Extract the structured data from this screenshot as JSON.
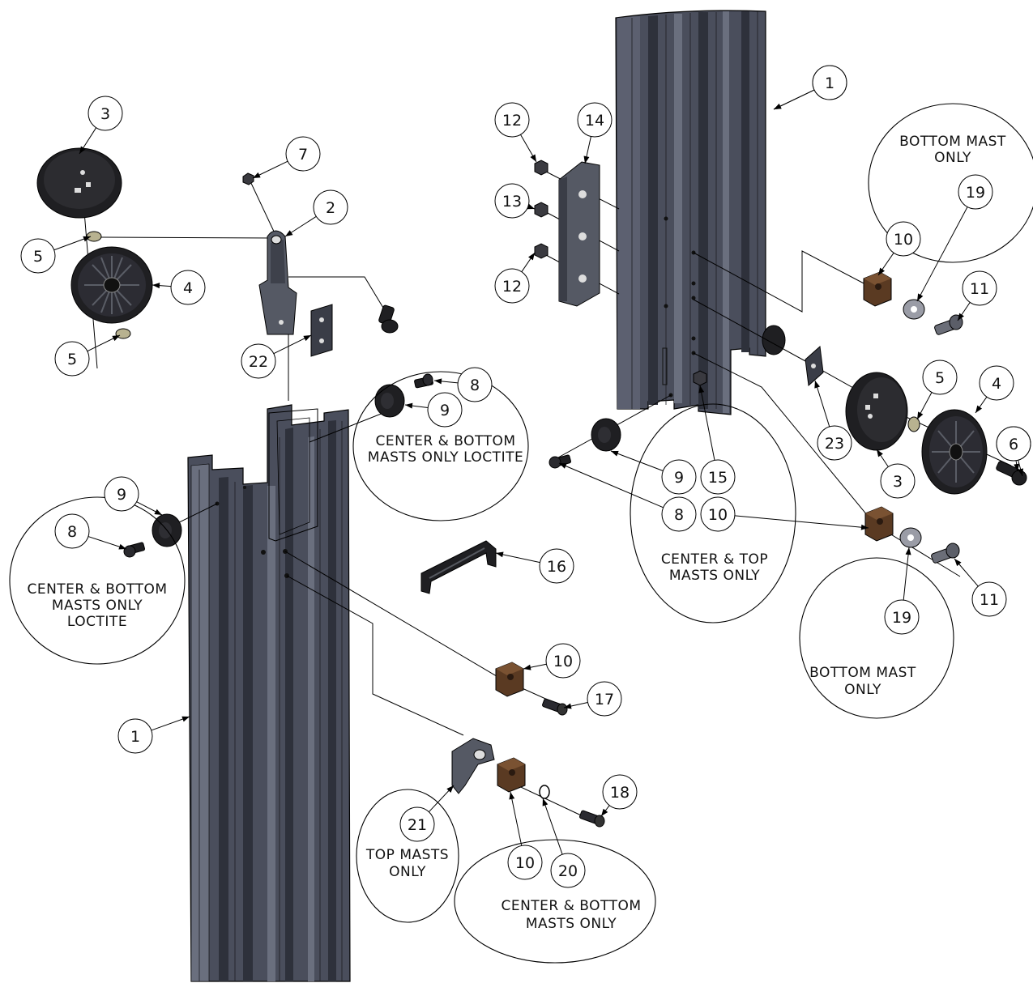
{
  "colors": {
    "mast_face": "#4a4e5c",
    "mast_dark": "#2e313b",
    "mast_light": "#6a6f7e",
    "part_black": "#1f1f22",
    "bracket_gray": "#555964",
    "nut_brown": "#5a3a22",
    "washer_tan": "#b8b290",
    "line": "#000000"
  },
  "balloons": [
    {
      "label": "1"
    },
    {
      "label": "2"
    },
    {
      "label": "3"
    },
    {
      "label": "4"
    },
    {
      "label": "5"
    },
    {
      "label": "5"
    },
    {
      "label": "6"
    },
    {
      "label": "7"
    },
    {
      "label": "8"
    },
    {
      "label": "9"
    },
    {
      "label": "8"
    },
    {
      "label": "9"
    },
    {
      "label": "10"
    },
    {
      "label": "17"
    },
    {
      "label": "1"
    },
    {
      "label": "18"
    },
    {
      "label": "21"
    },
    {
      "label": "10"
    },
    {
      "label": "20"
    },
    {
      "label": "22"
    },
    {
      "label": "16"
    },
    {
      "label": "1"
    },
    {
      "label": "12"
    },
    {
      "label": "14"
    },
    {
      "label": "13"
    },
    {
      "label": "12"
    },
    {
      "label": "10"
    },
    {
      "label": "19"
    },
    {
      "label": "11"
    },
    {
      "label": "5"
    },
    {
      "label": "4"
    },
    {
      "label": "6"
    },
    {
      "label": "23"
    },
    {
      "label": "3"
    },
    {
      "label": "9"
    },
    {
      "label": "15"
    },
    {
      "label": "8"
    },
    {
      "label": "10"
    },
    {
      "label": "19"
    },
    {
      "label": "11"
    }
  ],
  "notes": [
    {
      "lines": [
        "BOTTOM MAST",
        "ONLY"
      ]
    },
    {
      "lines": [
        "CENTER & BOTTOM",
        "MASTS ONLY LOCTITE"
      ]
    },
    {
      "lines": [
        "CENTER & BOTTOM",
        "MASTS ONLY",
        "LOCTITE"
      ]
    },
    {
      "lines": [
        "CENTER & TOP",
        "MASTS ONLY"
      ]
    },
    {
      "lines": [
        "BOTTOM MAST",
        "ONLY"
      ]
    },
    {
      "lines": [
        "TOP MASTS",
        "ONLY"
      ]
    },
    {
      "lines": [
        "CENTER & BOTTOM",
        "MASTS ONLY"
      ]
    }
  ]
}
